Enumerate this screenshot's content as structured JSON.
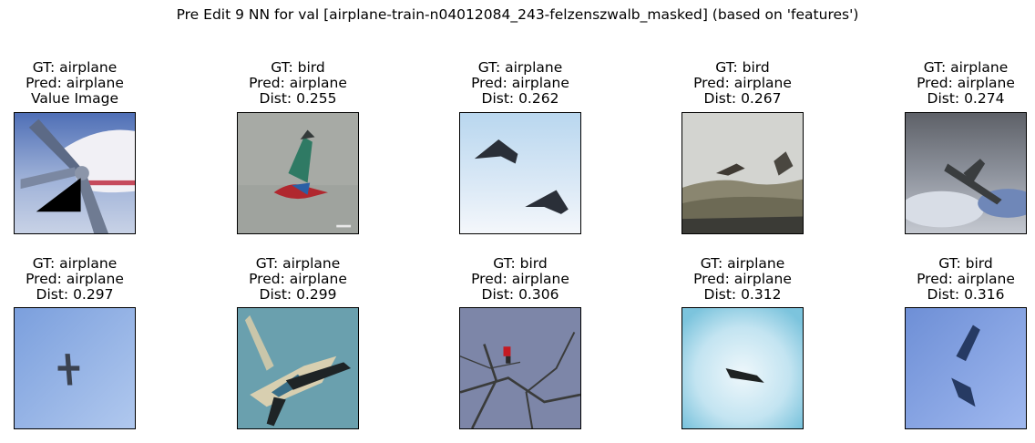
{
  "title": "Pre Edit 9 NN for val [airplane-train-n04012084_243-felzenszwalb_masked] (based on 'features')",
  "panels": [
    {
      "gt": "GT: airplane",
      "pred": "Pred: airplane",
      "extra": "Value Image",
      "scene": "query-propeller",
      "colors": [
        "#6e86bd",
        "#f1f0f5",
        "#000000"
      ]
    },
    {
      "gt": "GT: bird",
      "pred": "Pred: airplane",
      "extra": "Dist: 0.255",
      "scene": "parrot-grey",
      "colors": [
        "#a7aaa5",
        "#b0282f",
        "#2f7a64"
      ]
    },
    {
      "gt": "GT: airplane",
      "pred": "Pred: airplane",
      "extra": "Dist: 0.262",
      "scene": "two-jets-sky",
      "colors": [
        "#b9d7ef",
        "#f4f7fb",
        "#2a2f38"
      ]
    },
    {
      "gt": "GT: bird",
      "pred": "Pred: airplane",
      "extra": "Dist: 0.267",
      "scene": "birds-cliff",
      "colors": [
        "#d3d4d0",
        "#6d6a55",
        "#3b3b36"
      ]
    },
    {
      "gt": "GT: airplane",
      "pred": "Pred: airplane",
      "extra": "Dist: 0.274",
      "scene": "plane-clouds",
      "colors": [
        "#5e6168",
        "#c4c8d0",
        "#3a3d3f"
      ]
    },
    {
      "gt": "GT: airplane",
      "pred": "Pred: airplane",
      "extra": "Dist: 0.297",
      "scene": "small-plane-blue",
      "colors": [
        "#7b9fdd",
        "#b0c8ee",
        "#3b4250"
      ]
    },
    {
      "gt": "GT: airplane",
      "pred": "Pred: airplane",
      "extra": "Dist: 0.299",
      "scene": "airliner-teal",
      "colors": [
        "#6aa0ae",
        "#d8cfb0",
        "#1e2426"
      ]
    },
    {
      "gt": "GT: bird",
      "pred": "Pred: airplane",
      "extra": "Dist: 0.306",
      "scene": "bird-branches",
      "colors": [
        "#7d86a8",
        "#3a3b3a",
        "#c51a22"
      ]
    },
    {
      "gt": "GT: airplane",
      "pred": "Pred: airplane",
      "extra": "Dist: 0.312",
      "scene": "plane-bright-sky",
      "colors": [
        "#7cc4dd",
        "#eef7fb",
        "#1e2222"
      ]
    },
    {
      "gt": "GT: bird",
      "pred": "Pred: airplane",
      "extra": "Dist: 0.316",
      "scene": "birds-blue",
      "colors": [
        "#6e8fd6",
        "#9fb8ef",
        "#263a63"
      ]
    }
  ]
}
